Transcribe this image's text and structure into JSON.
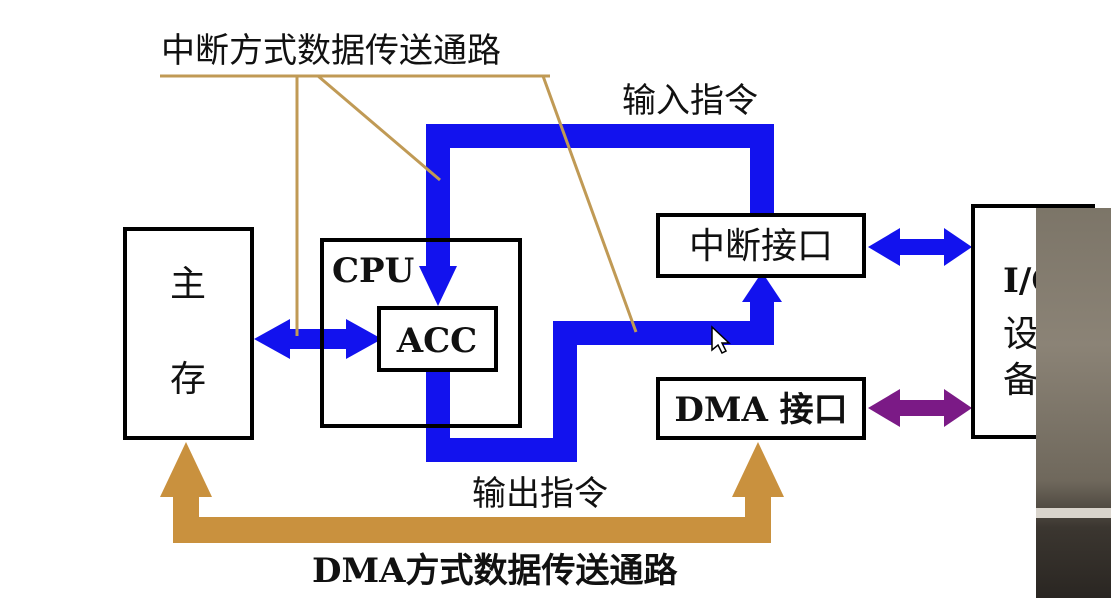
{
  "labels": {
    "interrupt_path": "中断方式数据传送通路",
    "input_instruction": "输入指令",
    "output_instruction": "输出指令",
    "dma_path": "DMA方式数据传送通路"
  },
  "boxes": {
    "main_memory": [
      "主",
      "存"
    ],
    "cpu": "CPU",
    "acc": "ACC",
    "interrupt_interface": "中断接口",
    "dma_interface": "DMA 接口",
    "io_device": [
      "I/O",
      "设",
      "备"
    ]
  },
  "colors": {
    "blue_path": "#1212ee",
    "dma_path": "#c9913e",
    "purple_arrow": "#7b1a86",
    "leader_line": "#c09a55",
    "box_border": "#000000"
  }
}
